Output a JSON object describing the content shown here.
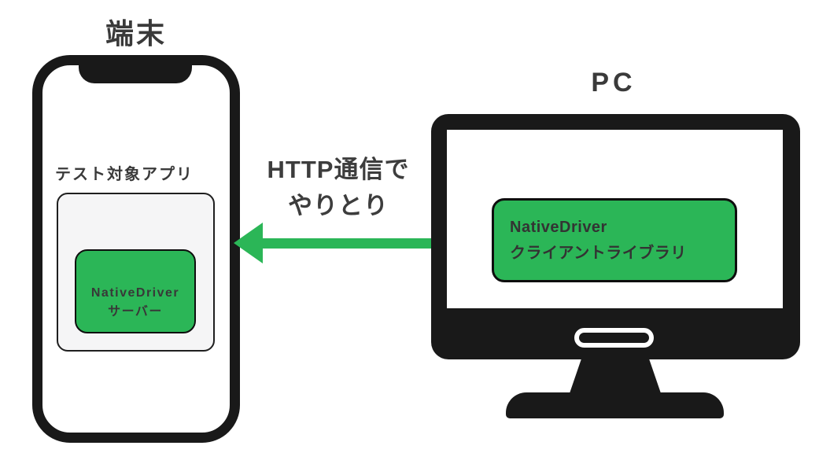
{
  "colors": {
    "green": "#2bb657",
    "black": "#191919",
    "text": "#3a3a3a",
    "app_bg": "#f5f5f6"
  },
  "device": {
    "title": "端末",
    "app_label": "テスト対象アプリ",
    "server_box": {
      "line1": "NativeDriver",
      "line2": "サーバー"
    }
  },
  "connection": {
    "line1": "HTTP通信で",
    "line2": "やりとり",
    "arrow_direction": "left"
  },
  "pc": {
    "title": "PC",
    "client_box": {
      "line1": "NativeDriver",
      "line2": "クライアントライブラリ"
    }
  }
}
